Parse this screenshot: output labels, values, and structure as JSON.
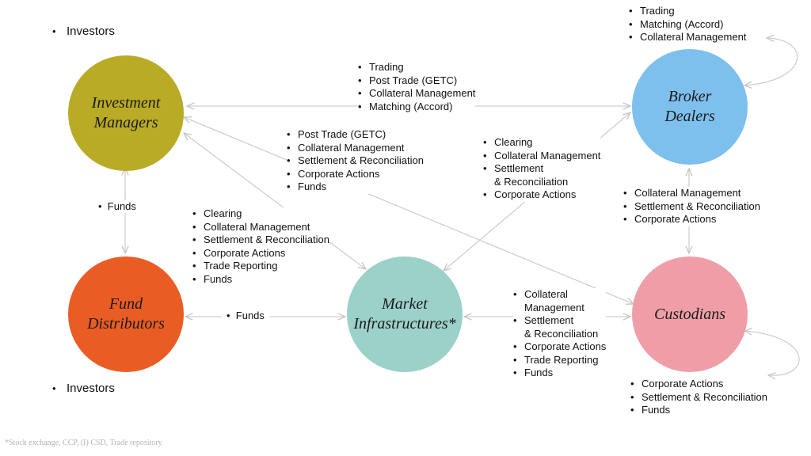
{
  "nodes": {
    "investment_managers": {
      "label": "Investment\nManagers",
      "color": "#b9ab25"
    },
    "broker_dealers": {
      "label": "Broker\nDealers",
      "color": "#7ec0ed"
    },
    "fund_distributors": {
      "label": "Fund\nDistributors",
      "color": "#e95d25"
    },
    "market_infrastructures": {
      "label": "Market\nInfrastructures*",
      "color": "#9bd1c9"
    },
    "custodians": {
      "label": "Custodians",
      "color": "#ef9ea8"
    }
  },
  "lists": {
    "investors_top": [
      "Investors"
    ],
    "investors_bottom": [
      "Investors"
    ],
    "im_bd": [
      "Trading",
      "Post Trade (GETC)",
      "Collateral Management",
      "Matching (Accord)"
    ],
    "bd_self": [
      "Trading",
      "Matching (Accord)",
      "Collateral Management"
    ],
    "im_cust": [
      "Post Trade (GETC)",
      "Collateral Management",
      "Settlement & Reconciliation",
      "Corporate Actions",
      "Funds"
    ],
    "bd_mi": [
      "Clearing",
      "Collateral Management",
      "Settlement\n& Reconciliation",
      "Corporate Actions"
    ],
    "bd_cust": [
      "Collateral Management",
      "Settlement & Reconciliation",
      "Corporate Actions"
    ],
    "im_mi": [
      "Clearing",
      "Collateral Management",
      "Settlement & Reconciliation",
      "Corporate Actions",
      "Trade Reporting",
      "Funds"
    ],
    "mi_cust": [
      "Collateral\nManagement",
      "Settlement\n& Reconciliation",
      "Corporate Actions",
      "Trade Reporting",
      "Funds"
    ],
    "cust_self": [
      "Corporate Actions",
      "Settlement & Reconciliation",
      "Funds"
    ]
  },
  "labels": {
    "im_fd": "Funds",
    "fd_mi": "Funds"
  },
  "footnote": "*Stock exchange, CCP, (I) CSD, Trade repository",
  "colors": {
    "arrow": "#cfcfcf"
  }
}
